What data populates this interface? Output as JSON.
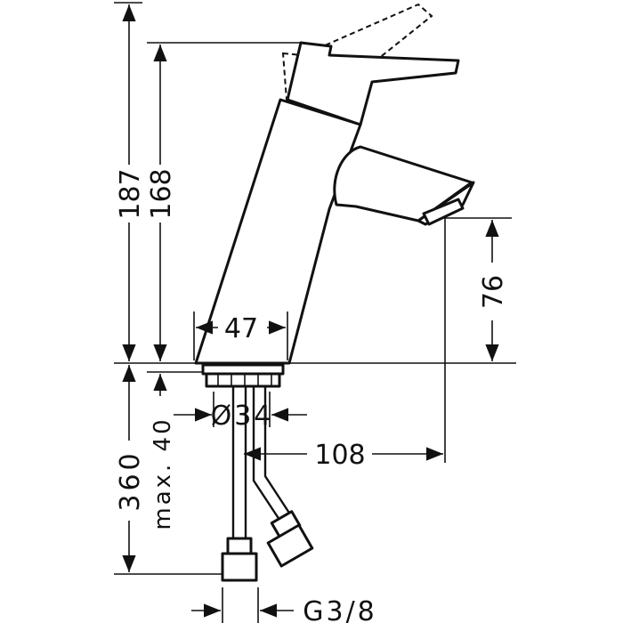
{
  "dimensions": {
    "total_height": "187",
    "body_height": "168",
    "spout_height": "76",
    "base_width": "47",
    "base_diameter": "Ø34",
    "spout_reach": "108",
    "hose_length": "360",
    "max_thickness": "max. 40",
    "connection": "G3/8"
  }
}
